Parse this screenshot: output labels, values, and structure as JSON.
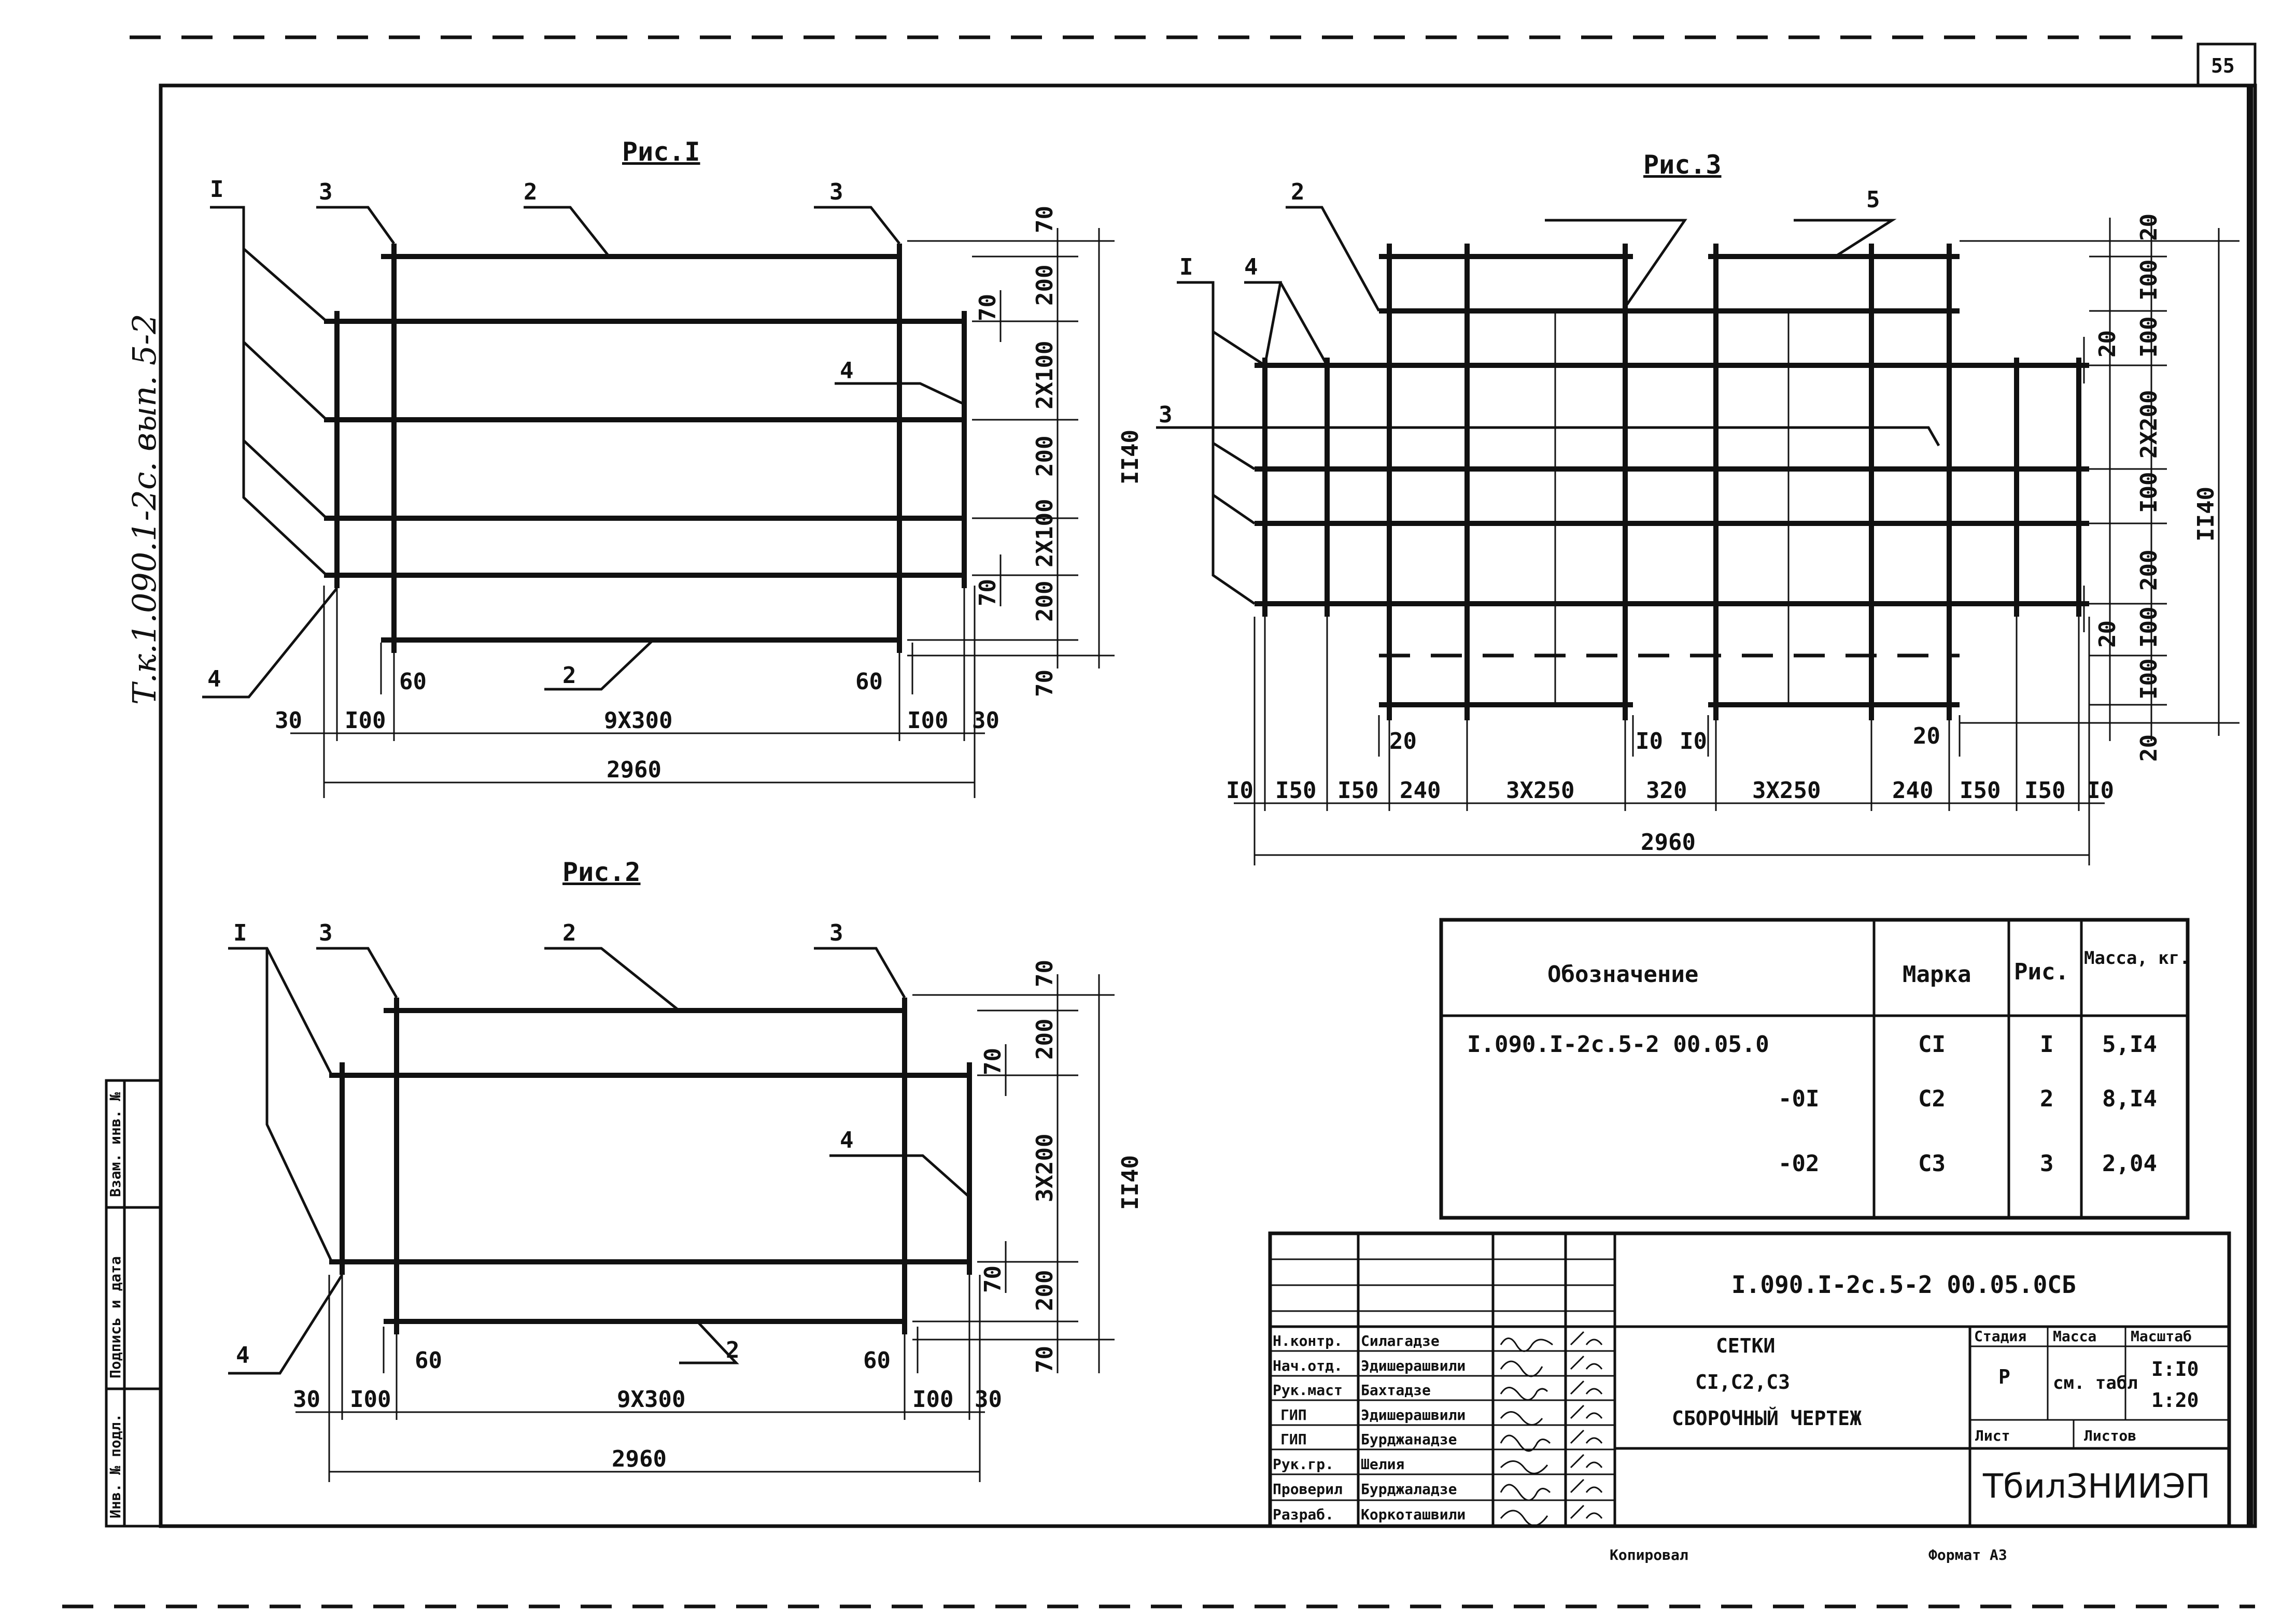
{
  "page_number": "55",
  "side_note": "Т.к.1.090.1-2с. вып. 5-2",
  "figures": {
    "fig1": {
      "title": "Рис.I",
      "callouts": [
        "I",
        "3",
        "2",
        "3",
        "4",
        "4",
        "2"
      ],
      "right_dims": [
        "70",
        "200",
        "2Х100",
        "200",
        "2Х100",
        "200",
        "70"
      ],
      "inner_dims": [
        "70",
        "70"
      ],
      "overall_height": "II40",
      "bottom_dims": [
        "30",
        "I00",
        "9Х300",
        "I00",
        "30"
      ],
      "edge_dims": [
        "60",
        "60"
      ],
      "overall_width": "2960"
    },
    "fig2": {
      "title": "Рис.2",
      "callouts": [
        "I",
        "3",
        "2",
        "3",
        "4",
        "4",
        "2"
      ],
      "right_dims": [
        "70",
        "200",
        "3Х200",
        "200",
        "70"
      ],
      "inner_dims": [
        "70",
        "70"
      ],
      "overall_height": "II40",
      "bottom_dims": [
        "30",
        "I00",
        "9Х300",
        "I00",
        "30"
      ],
      "edge_dims": [
        "60",
        "60"
      ],
      "overall_width": "2960"
    },
    "fig3": {
      "title": "Рис.3",
      "callouts": [
        "2",
        "5",
        "I",
        "4",
        "3"
      ],
      "right_dims": [
        "20",
        "I00",
        "I00",
        "2Х200",
        "I00",
        "200",
        "I00",
        "I00",
        "20"
      ],
      "inner_dims": [
        "20",
        "20"
      ],
      "overall_height": "II40",
      "bottom_dims": [
        "I0",
        "I50",
        "I50",
        "240",
        "3Х250",
        "320",
        "3Х250",
        "240",
        "I50",
        "I50",
        "I0"
      ],
      "small_dims": [
        "20",
        "I0",
        "I0",
        "20"
      ],
      "overall_width": "2960"
    }
  },
  "spec_table": {
    "headers": [
      "Обозначение",
      "Марка",
      "Рис.",
      "Масса, кг."
    ],
    "rows": [
      {
        "designation": "I.090.I-2с.5-2  00.05.0",
        "mark": "СI",
        "fig": "I",
        "mass": "5,I4"
      },
      {
        "designation": "-0I",
        "mark": "С2",
        "fig": "2",
        "mass": "8,I4"
      },
      {
        "designation": "-02",
        "mark": "С3",
        "fig": "3",
        "mass": "2,04"
      }
    ]
  },
  "title_block": {
    "document_code": "I.090.I-2с.5-2  00.05.0СБ",
    "title_lines": [
      "СЕТКИ",
      "СI,С2,С3",
      "СБОРОЧНЫЙ ЧЕРТЕЖ"
    ],
    "stage_label": "Стадия",
    "stage_value": "Р",
    "mass_label": "Масса",
    "mass_value": "см. табл",
    "scale_label": "Масштаб",
    "scale_values": [
      "I:I0",
      "1:20"
    ],
    "sheet_label": "Лист",
    "sheets_label": "Листов",
    "organization": "ТбилЗНИИЭП",
    "signers": [
      {
        "role": "Н.контр.",
        "name": "Силагадзе"
      },
      {
        "role": "Нач.отд.",
        "name": "Эдишерашвили"
      },
      {
        "role": "Рук.маст",
        "name": "Бахтадзе"
      },
      {
        "role": "ГИП",
        "name": "Эдишерашвили"
      },
      {
        "role": "ГИП",
        "name": "Бурджанадзе"
      },
      {
        "role": "Рук.гр.",
        "name": "Шелия"
      },
      {
        "role": "Проверил",
        "name": "Бурджаладзе"
      },
      {
        "role": "Разраб.",
        "name": "Коркоташвили"
      }
    ],
    "copied_label": "Копировал",
    "format_label": "Формат А3"
  },
  "side_stamp": [
    "Инв. № подл.",
    "Подпись и дата",
    "Взам. инв. №"
  ]
}
